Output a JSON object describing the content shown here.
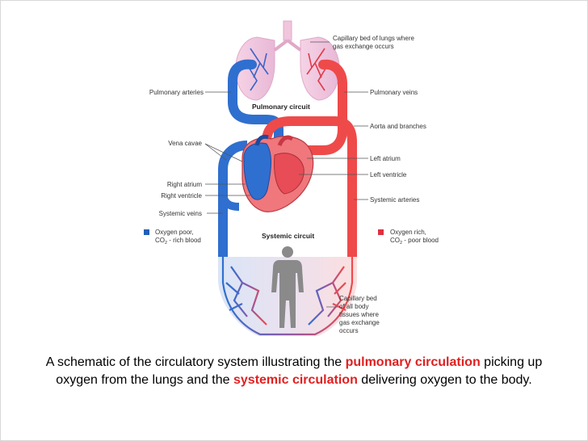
{
  "labels": {
    "capillary_lungs": [
      "Capillary bed of lungs where",
      "gas exchange occurs"
    ],
    "pulmonary_arteries": "Pulmonary arteries",
    "pulmonary_veins": "Pulmonary veins",
    "pulmonary_circuit": "Pulmonary circuit",
    "aorta": "Aorta and branches",
    "vena_cavae": "Vena cavae",
    "left_atrium": "Left atrium",
    "left_ventricle": "Left ventricle",
    "right_atrium": "Right atrium",
    "right_ventricle": "Right ventricle",
    "systemic_arteries": "Systemic arteries",
    "systemic_veins": "Systemic veins",
    "systemic_circuit": "Systemic circuit",
    "capillary_body": [
      "Capillary bed",
      "of all body",
      "tissues where",
      "gas exchange",
      "occurs"
    ]
  },
  "legend": {
    "oxygen_poor": {
      "line1": "Oxygen poor,",
      "line2_pre": "CO",
      "line2_sub": "2",
      "line2_post": " - rich blood",
      "color": "#2060b8"
    },
    "oxygen_rich": {
      "line1": "Oxygen rich,",
      "line2_pre": "CO",
      "line2_sub": "2",
      "line2_post": " - poor blood",
      "color": "#e03040"
    }
  },
  "caption": {
    "part1": "A schematic of the circulatory system illustrating the ",
    "highlight1": "pulmonary circulation",
    "part2": " picking up oxygen from the lungs and the ",
    "highlight2": "systemic circulation",
    "part3": " delivering oxygen to the body."
  },
  "colors": {
    "blue": "#2f6fcf",
    "red": "#ef4a4a",
    "lung": "#f3c9e0",
    "highlight": "#e02020"
  }
}
